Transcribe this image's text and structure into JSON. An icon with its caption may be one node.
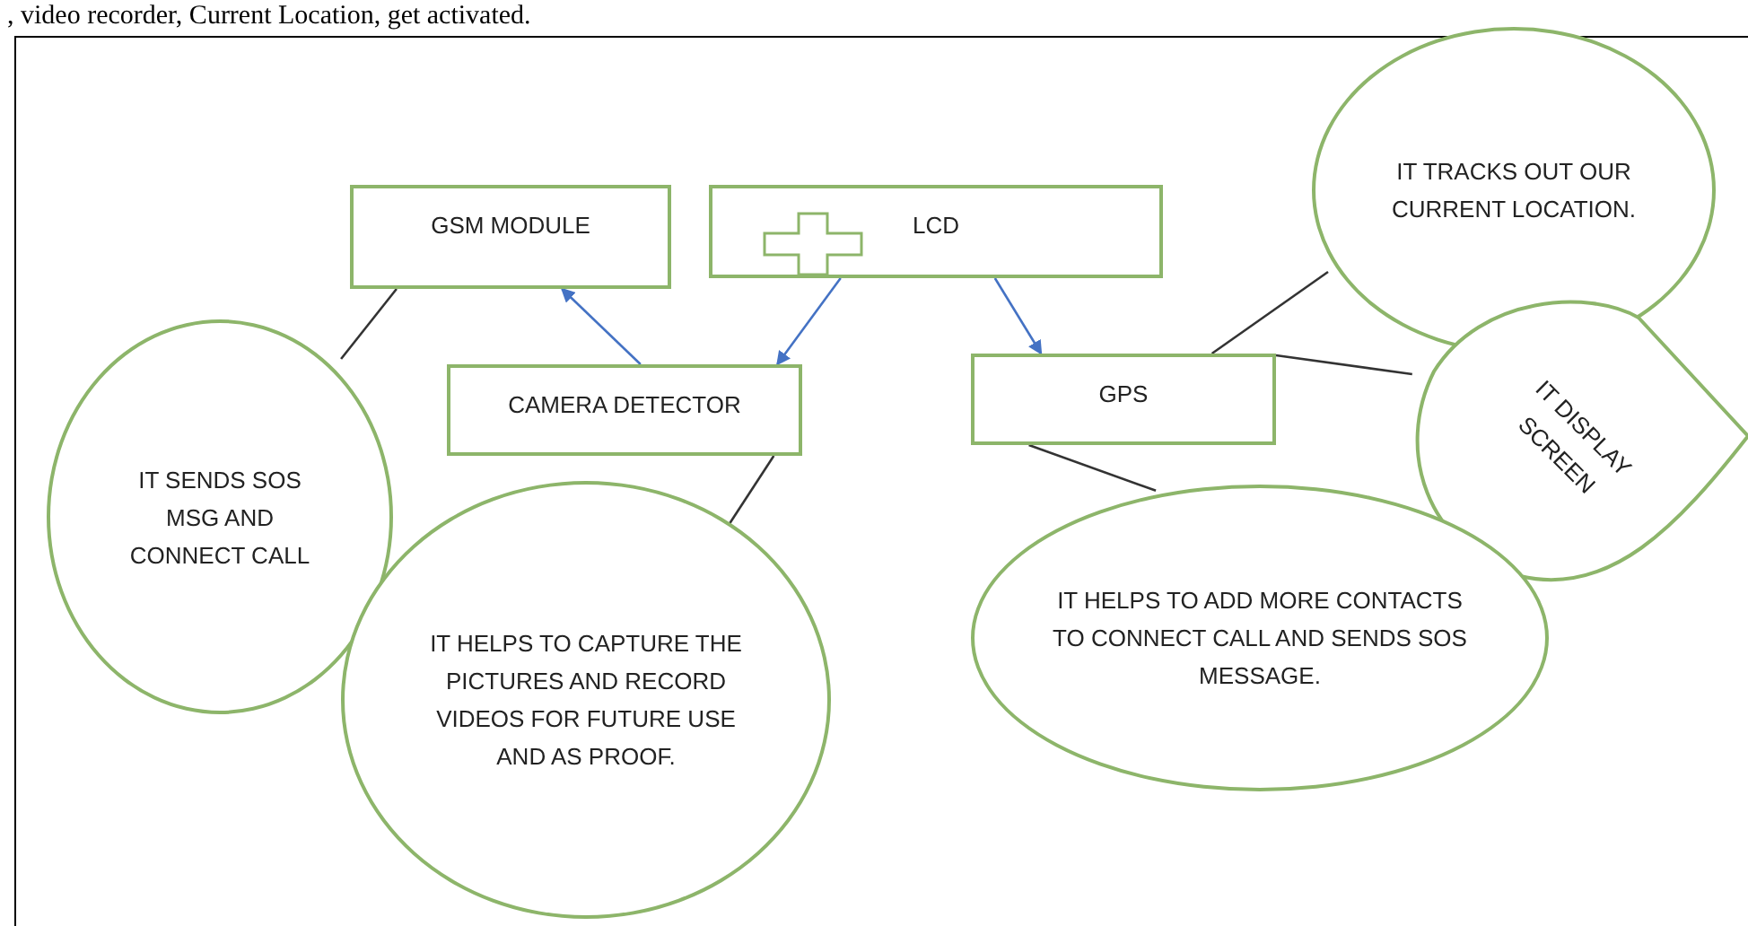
{
  "diagram": {
    "nodes": [
      {
        "text": [
          "GSM MODULE"
        ]
      },
      {
        "text": [
          "LCD"
        ]
      },
      {
        "text": [
          "CAMERA DETECTOR"
        ]
      },
      {
        "text": [
          "GPS"
        ]
      },
      {
        "text": [
          "IT SENDS SOS MSG AND CONNECT CALL"
        ]
      },
      {
        "text": [
          "IT HELPS TO CAPTURE THE PICTURES AND RECORD VIDEOS FOR FUTURE USE AND AS PROOF."
        ]
      },
      {
        "text": [
          "IT TRACKS OUT OUR CURRENT LOCATION."
        ]
      },
      {
        "text": [
          "IT DISPLAY SCREEN"
        ]
      },
      {
        "text": [
          "IT HELPS TO ADD MORE CONTACTS TO CONNECT CALL AND SENDS SOS MESSAGE."
        ]
      }
    ],
    "edges": [
      {
        "from": 2,
        "to": 0,
        "arrow": "to",
        "color": "#4472c4"
      },
      {
        "from": 1,
        "to": 2,
        "arrow": "to",
        "color": "#4472c4"
      },
      {
        "from": 1,
        "to": 3,
        "arrow": "to",
        "color": "#4472c4"
      },
      {
        "from": 0,
        "to": 4,
        "arrow": "none"
      },
      {
        "from": 2,
        "to": 5,
        "arrow": "none"
      },
      {
        "from": 3,
        "to": 6,
        "arrow": "none"
      },
      {
        "from": 3,
        "to": 7,
        "arrow": "none"
      },
      {
        "from": 3,
        "to": 8,
        "arrow": "none"
      }
    ],
    "labels": [
      ", video recorder, Current Location, get activated."
    ]
  }
}
